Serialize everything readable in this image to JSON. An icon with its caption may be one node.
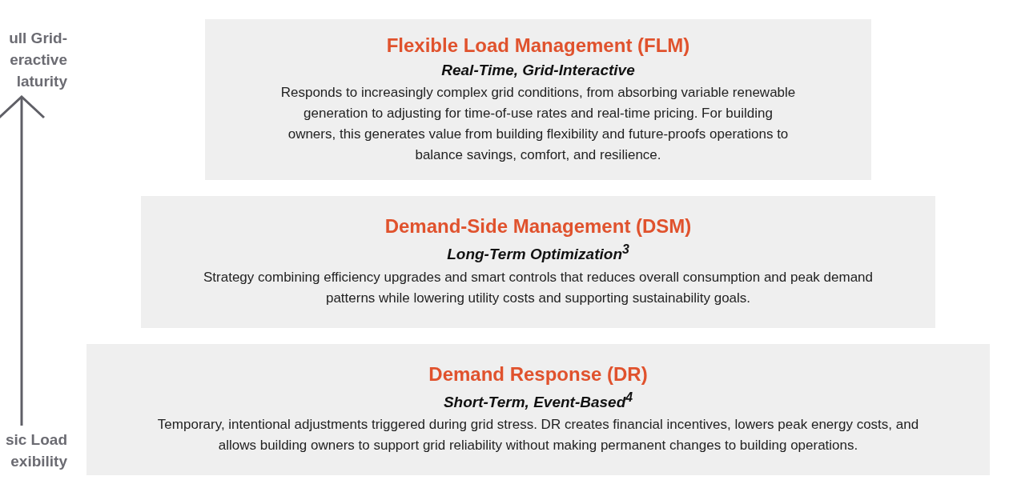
{
  "diagram": {
    "nodes": [
      {
        "text": [
          "ull Grid- eractive laturity"
        ]
      },
      {
        "text": [
          "Flexible Load Management (FLM)",
          "Real-Time, Grid-Interactive",
          "Responds to increasingly complex grid conditions, from absorbing variable renewable generation to adjusting for time-of-use rates and real-time pricing. For building owners, this generates value from building flexibility and future-proofs operations to balance savings, comfort, and resilience."
        ]
      },
      {
        "text": [
          "Demand-Side Management (DSM)",
          "Long-Term Optimization$^{3}$",
          "Strategy combining efficiency upgrades and smart controls that reduces overall consumption and peak demand patterns while lowering utility costs and supporting sustainability goals."
        ]
      },
      {
        "text": [
          "Demand Response (DR)",
          "Short-Term, Event-Based$^{4}$",
          "Temporary, intentional adjustments triggered during grid stress. DR creates financial incentives, lowers peak energy costs, and allows building owners to support grid reliability without making permanent changes to building operations."
        ]
      },
      {
        "text": [
          "sic Load exibility"
        ]
      }
    ],
    "edges": [
      {
        "from": 4,
        "to": 0,
        "arrow": "to"
      }
    ]
  }
}
